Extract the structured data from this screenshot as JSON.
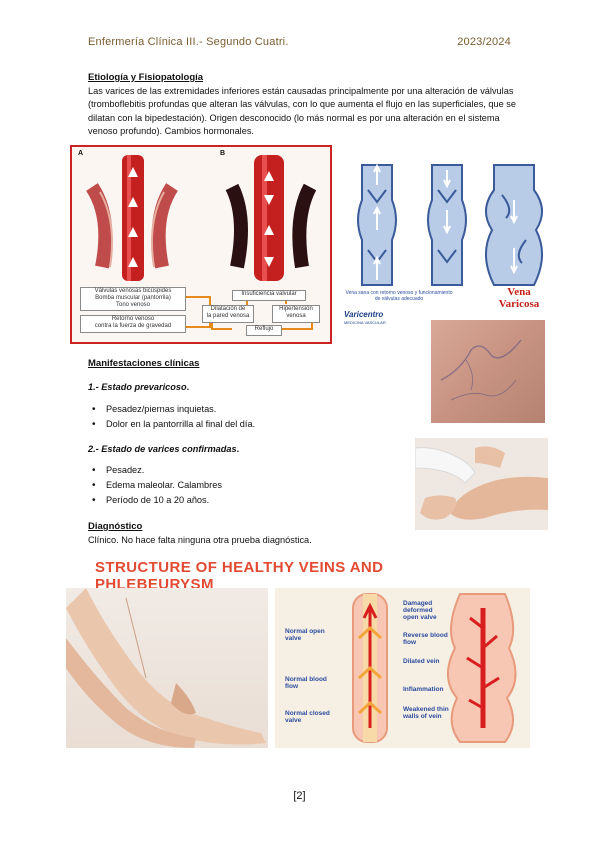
{
  "header": {
    "left": "Enfermería Clínica III.- Segundo Cuatri.",
    "right": "2023/2024"
  },
  "etiology": {
    "heading": "Etiología y Fisiopatología",
    "paragraph": "Las varices de las extremidades inferiores están causadas principalmente por una alteración de válvulas (tromboflebitis profundas que alteran las válvulas, con lo que aumenta el flujo en las superficiales, que se dilatan con la bipedestación). Origen desconocido (lo más normal es por una alteración en el sistema venoso profundo). Cambios hormonales."
  },
  "figure_a": {
    "label_a": "A",
    "label_b": "B",
    "box_left": "Válvulas venosas bicúspides\nBomba muscular (pantorrila)\nTono venoso",
    "box_left_bottom": "Retorno venoso\ncontra la fuerza de gravedad",
    "box_insuf": "Insuficiencia valvular",
    "box_dilat": "Dilatación de\nla pared venosa",
    "box_hiper": "Hipertensión\nvenosa",
    "box_reflujo": "Reflujo"
  },
  "figure_veins": {
    "caption_left": "Vena sana con retorno venoso y funcionamiento de válvulas adecuado",
    "caption_right_1": "Vena",
    "caption_right_2": "Varicosa",
    "logo": "Varicentro",
    "logo_sub": "MEDICINA VASCULAR"
  },
  "manifestations": {
    "heading": "Manifestaciones clínicas",
    "stage1": {
      "number": "1.-",
      "title": "Estado prevaricoso",
      "items": [
        "Pesadez/piernas inquietas.",
        "Dolor en la pantorrilla al final del día."
      ]
    },
    "stage2": {
      "number": "2.-",
      "title": "Estado de varices confirmadas",
      "items": [
        "Pesadez.",
        "Edema maleolar. Calambres",
        "Período de 10 a 20 años."
      ]
    }
  },
  "diagnosis": {
    "heading": "Diagnóstico",
    "text": "Clínico. No hace falta ninguna otra prueba diagnóstica."
  },
  "structure_figure": {
    "title": "STRUCTURE OF HEALTHY VEINS AND PHLEBEURYSM",
    "left_labels": [
      "Normal open valve",
      "Normal blood flow",
      "Normal closed valve"
    ],
    "right_labels": [
      "Damaged deformed open valve",
      "Reverse blood flow",
      "Dilated vein",
      "Inflammation",
      "Weakened thin walls of vein"
    ]
  },
  "footer": {
    "page": "[2]"
  }
}
